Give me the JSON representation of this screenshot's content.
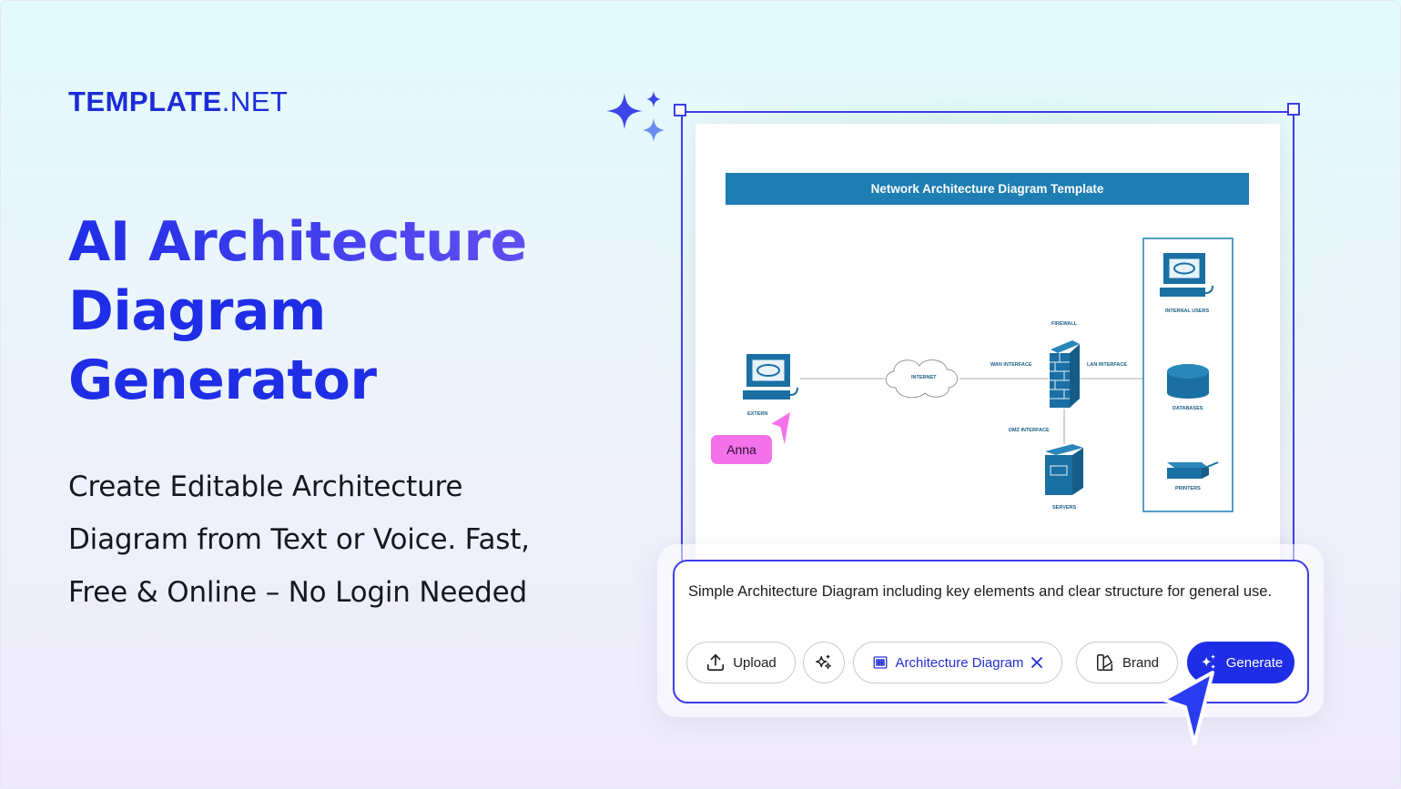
{
  "brand": {
    "logo_bold": "TEMPLATE",
    "logo_light": ".NET"
  },
  "hero": {
    "title_lines": [
      "AI Architecture",
      "Diagram",
      "Generator"
    ],
    "subtitle_lines": [
      "Create Editable Architecture",
      "Diagram from Text or Voice. Fast,",
      "Free & Online – No Login Needed"
    ]
  },
  "diagram": {
    "title": "Network Architecture Diagram Template",
    "labels": {
      "external": "EXTERN",
      "internet": "INTERNET",
      "wan": "WAN INTERFACE",
      "lan": "LAN INTERFACE",
      "firewall": "FIREWALL",
      "dmz": "DMZ INTERFACE",
      "servers": "SERVERS",
      "internal_users": "INTERNAL USERS",
      "databases": "DATABASES",
      "printers": "PRINTERS"
    }
  },
  "collaborator": {
    "name": "Anna",
    "color": "#f472e9"
  },
  "prompt": {
    "text": "Simple Architecture Diagram including key elements and clear structure for general use.",
    "upload_label": "Upload",
    "chip_label": "Architecture Diagram",
    "brand_label": "Brand",
    "generate_label": "Generate"
  },
  "colors": {
    "accent": "#1f2ee6",
    "diagram_blue": "#1e7db3",
    "tag_pink": "#f472e9"
  },
  "icons": [
    "sparkle-icon",
    "upload-icon",
    "magic-wand-icon",
    "diagram-icon",
    "close-icon",
    "brand-icon",
    "cursor-icon"
  ]
}
